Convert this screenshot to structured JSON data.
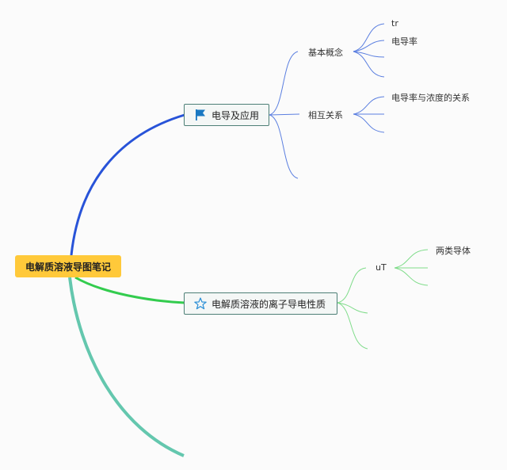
{
  "root": {
    "label": "电解质溶液导图笔记"
  },
  "branches": [
    {
      "label": "电导及应用",
      "icon": "flag-icon",
      "color": "#2853d8",
      "children": [
        {
          "label": "基本概念",
          "leaves": [
            "tr",
            "电导率",
            "",
            ""
          ]
        },
        {
          "label": "相互关系",
          "leaves": [
            "电导率与浓度的关系",
            "",
            ""
          ]
        },
        {
          "label": "",
          "leaves": []
        }
      ]
    },
    {
      "label": "电解质溶液的离子导电性质",
      "icon": "star-icon",
      "color": "#33cc4e",
      "children": [
        {
          "label": "uT",
          "leaves": [
            "两类导体",
            "",
            ""
          ]
        },
        {
          "label": "",
          "leaves": []
        },
        {
          "label": "",
          "leaves": []
        }
      ]
    },
    {
      "label": "",
      "color": "#64c7ae",
      "children": []
    }
  ],
  "colors": {
    "root_fill": "#ffc93a",
    "node_border": "#4d7f76",
    "flag": "#1a78c2",
    "star": "#2a8fd6",
    "sub_branch_blue": "#5b7fe0",
    "sub_branch_green": "#7fdc8a"
  }
}
